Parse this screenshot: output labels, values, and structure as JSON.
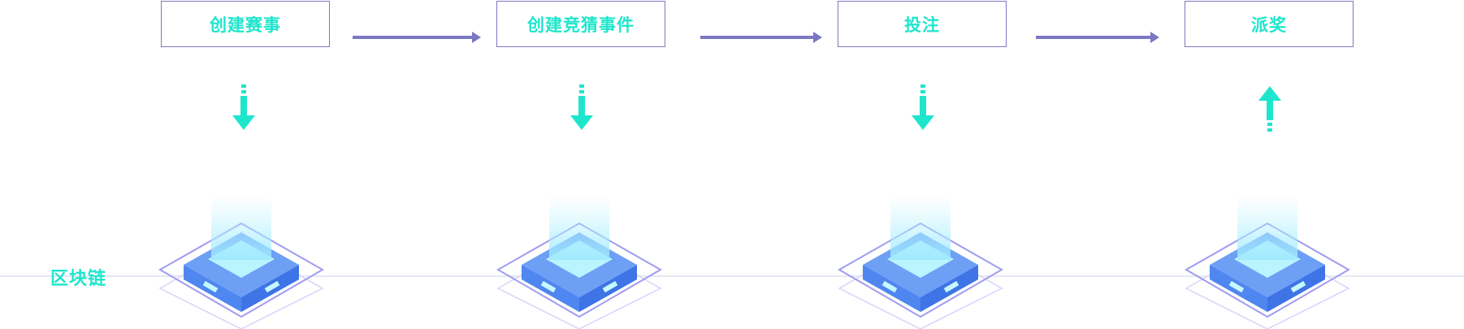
{
  "steps": [
    {
      "label": "创建赛事",
      "arrow": "down"
    },
    {
      "label": "创建竞猜事件",
      "arrow": "down"
    },
    {
      "label": "投注",
      "arrow": "down"
    },
    {
      "label": "派奖",
      "arrow": "up"
    }
  ],
  "chain": {
    "label": "区块链"
  },
  "colors": {
    "accent": "#1ee6cc",
    "box_border": "#7d79c0",
    "arrow": "#7a78c4",
    "node_top": "#b9f4ff",
    "node_side": "#4f86f0",
    "node_outline": "#a09cf0"
  }
}
